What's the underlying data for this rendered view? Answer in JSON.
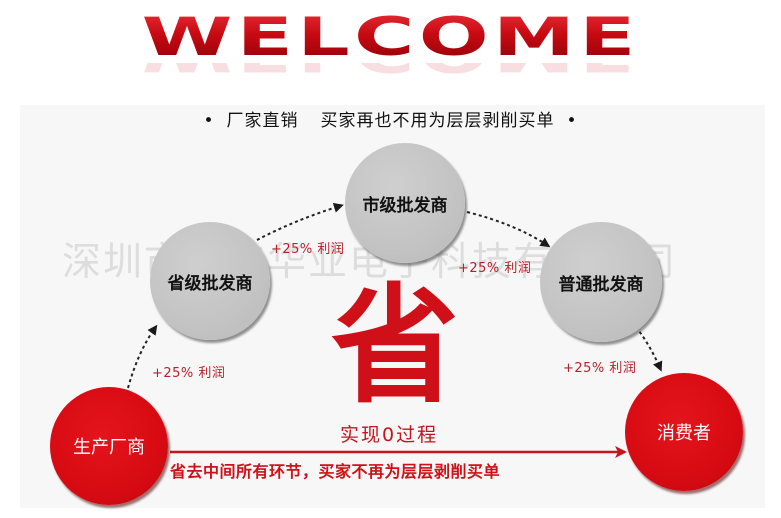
{
  "header": {
    "title": "WELCOME",
    "slogan_left": "厂家直销",
    "slogan_right": "买家再也不用为层层剥削买单",
    "bullet": "•"
  },
  "watermark": "深圳市奥炜华业电子科技有限公司",
  "nodes": {
    "manufacturer": "生产厂商",
    "provincial": "省级批发商",
    "city": "市级批发商",
    "ordinary": "普通批发商",
    "consumer": "消费者"
  },
  "profits": [
    "+25% 利润",
    "+25% 利润",
    "+25% 利润",
    "+25% 利润"
  ],
  "center": {
    "big_char": "省",
    "zero_process": "实现0过程",
    "bottom_text": "省去中间所有环节，买家不再为层层剥削买单"
  },
  "colors": {
    "brand_red": "#d01018",
    "node_gray": "#c3c3c3",
    "profit_text": "#b5222a",
    "panel_bg": "#f7f7f7"
  }
}
